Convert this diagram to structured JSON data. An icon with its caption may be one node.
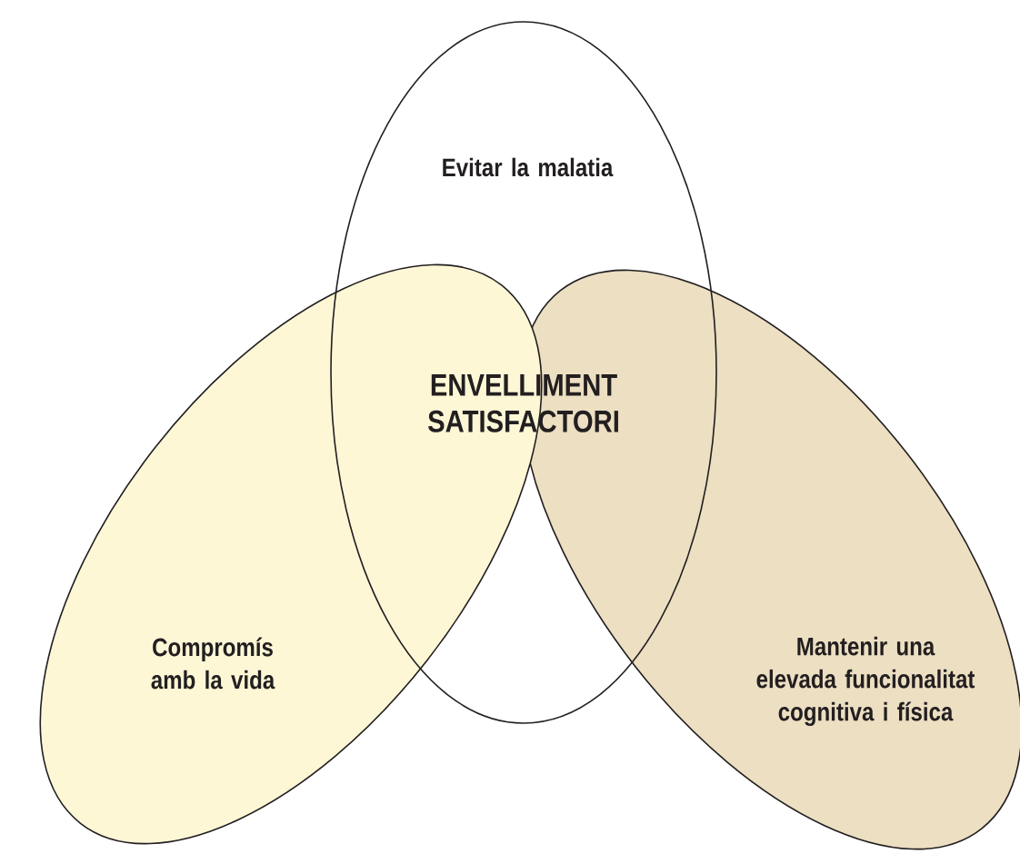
{
  "diagram": {
    "nodes": [
      {
        "text": [
          "Evitar la malatia"
        ]
      },
      {
        "text": [
          "Compromís amb la vida"
        ]
      },
      {
        "text": [
          "Mantenir una elevada funcionalitat cognitiva i física"
        ]
      }
    ],
    "labels": [
      "ENVELLIMENT SATISFACTORI"
    ]
  }
}
